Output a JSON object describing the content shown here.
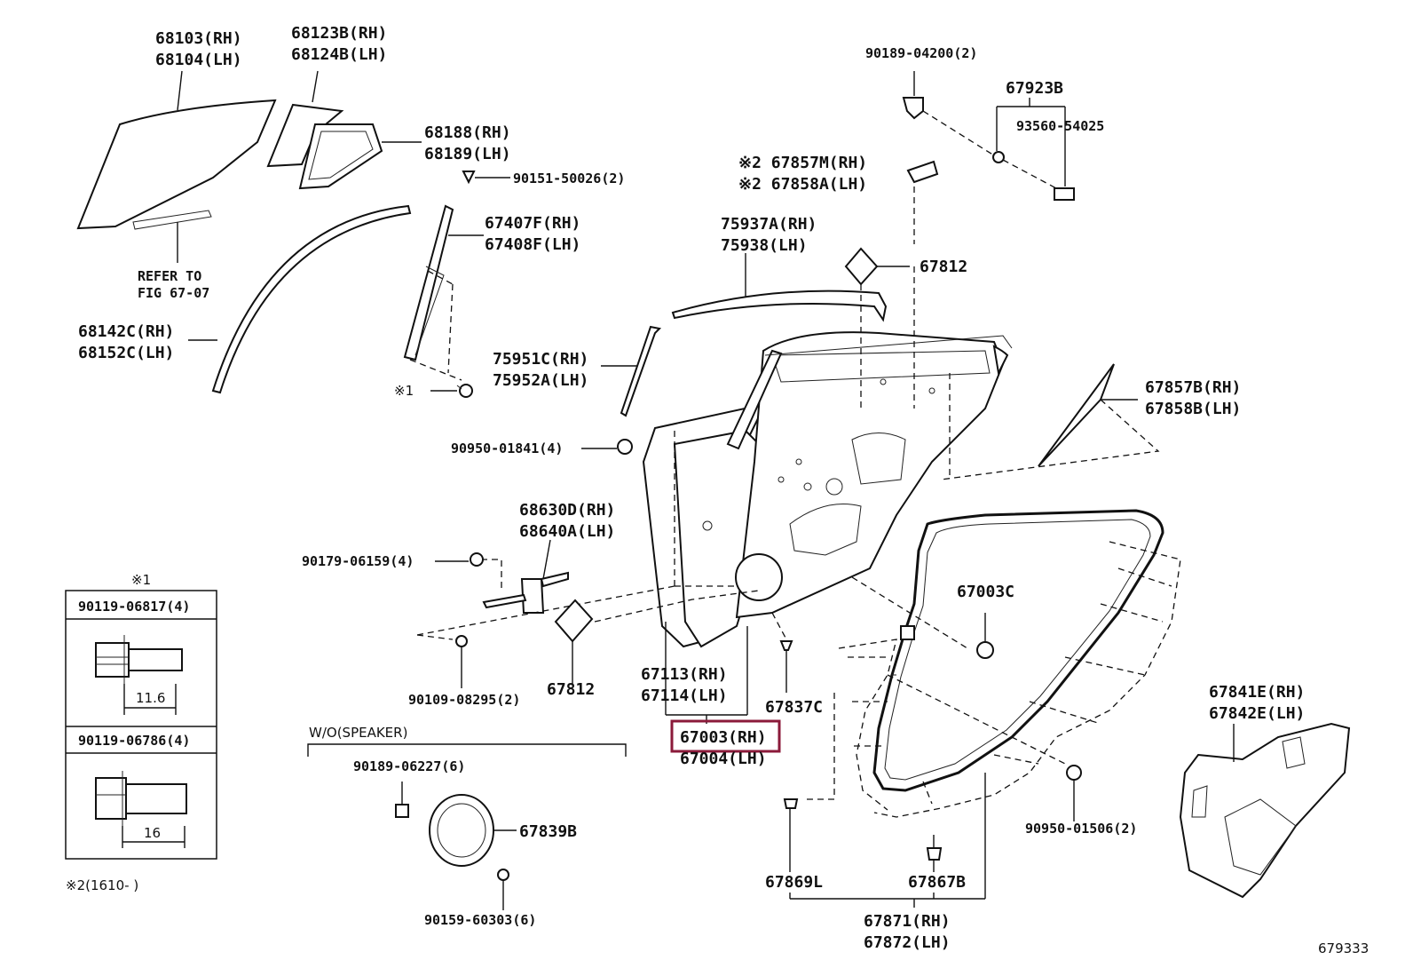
{
  "diagram_id": "679333",
  "labels": {
    "p68103": "68103(RH)",
    "p68104": "68104(LH)",
    "p68123B": "68123B(RH)",
    "p68124B": "68124B(LH)",
    "p68188": "68188(RH)",
    "p68189": "68189(LH)",
    "p90151": "90151-50026(2)",
    "p67407F": "67407F(RH)",
    "p67408F": "67408F(LH)",
    "refer1": "REFER TO",
    "refer2": "FIG 67-07",
    "p68142C": "68142C(RH)",
    "p68152C": "68152C(LH)",
    "p75951C": "75951C(RH)",
    "p75952A": "75952A(LH)",
    "mark1_bolt": "※1",
    "p90950_01841": "90950-01841(4)",
    "p68630D": "68630D(RH)",
    "p68640A": "68640A(LH)",
    "p90179": "90179-06159(4)",
    "p90109": "90109-08295(2)",
    "p67812_a": "67812",
    "p67113": "67113(RH)",
    "p67114": "67114(LH)",
    "p67837C": "67837C",
    "p67003": "67003(RH)",
    "p67004": "67004(LH)",
    "p90189_04200": "90189-04200(2)",
    "p67923B": "67923B",
    "p93560": "93560-54025",
    "p67857M": "※2 67857M(RH)",
    "p67858A": "※2 67858A(LH)",
    "p75937A": "75937A(RH)",
    "p75938": "75938(LH)",
    "p67812_b": "67812",
    "p67857B": "67857B(RH)",
    "p67858B": "67858B(LH)",
    "p67003C": "67003C",
    "p67841E": "67841E(RH)",
    "p67842E": "67842E(LH)",
    "p90950_01506": "90950-01506(2)",
    "p67869L": "67869L",
    "p67867B": "67867B",
    "p67871": "67871(RH)",
    "p67872": "67872(LH)",
    "wo_speaker": "W/O(SPEAKER)",
    "p90189_06227": "90189-06227(6)",
    "p67839B": "67839B",
    "p90159": "90159-60303(6)",
    "legend_mark1": "※1",
    "legend_box1_pn": "90119-06817(4)",
    "legend_box1_dim": "11.6",
    "legend_box2_pn": "90119-06786(4)",
    "legend_box2_dim": "16",
    "legend_mark2": "※2(1610-    )"
  },
  "highlight_color": "#8b1a3a"
}
